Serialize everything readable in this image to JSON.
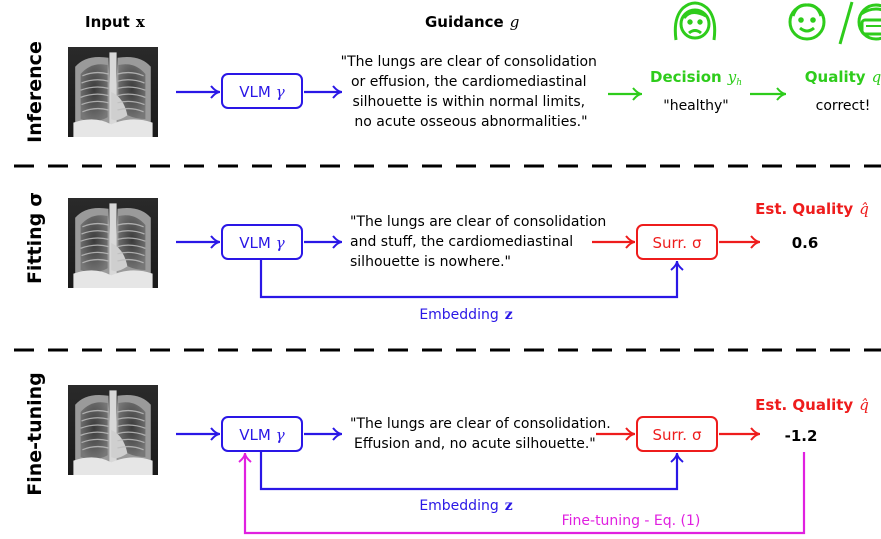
{
  "headers": {
    "input_label": "Input",
    "input_var": "x",
    "guidance_label": "Guidance",
    "guidance_var": "g"
  },
  "rows": {
    "inference": {
      "label": "Inference",
      "vlm_label": "VLM",
      "vlm_var": "γ",
      "quote_lines": [
        "\"The lungs are clear of consolidation",
        "or effusion, the cardiomediastinal",
        "silhouette is within normal limits,",
        "no acute osseous abnormalities.\""
      ],
      "decision_label": "Decision",
      "decision_var": "y",
      "decision_sub": "h",
      "decision_value": "\"healthy\"",
      "quality_label": "Quality",
      "quality_var": "q",
      "quality_value": "correct!"
    },
    "fitting": {
      "label": "Fitting",
      "label_symbol": "σ",
      "vlm_label": "VLM",
      "vlm_var": "γ",
      "quote_lines": [
        "\"The lungs are clear of consolidation",
        "and stuff, the cardiomediastinal",
        "silhouette is nowhere.\""
      ],
      "surr_label": "Surr.",
      "surr_var": "σ",
      "est_label": "Est. Quality",
      "est_var": "q̂",
      "est_value": "0.6",
      "embedding_label": "Embedding",
      "embedding_var": "z"
    },
    "finetuning": {
      "label": "Fine-tuning",
      "vlm_label": "VLM",
      "vlm_var": "γ",
      "quote_lines": [
        "\"The lungs are clear of consolidation.",
        "Effusion and, no acute silhouette.\""
      ],
      "surr_label": "Surr.",
      "surr_var": "σ",
      "est_label": "Est. Quality",
      "est_var": "q̂",
      "est_value": "-1.2",
      "embedding_label": "Embedding",
      "embedding_var": "z",
      "feedback_label": "Fine-tuning - Eq. (1)"
    }
  },
  "icons": [
    "sad-patient-face-icon",
    "smiling-doctor-face-icon",
    "masked-doctor-face-icon",
    "chest-xray-image"
  ],
  "colors": {
    "blue": "#2a17e6",
    "red": "#ee1c1c",
    "green": "#2ecc1b",
    "magenta": "#e020e0"
  }
}
